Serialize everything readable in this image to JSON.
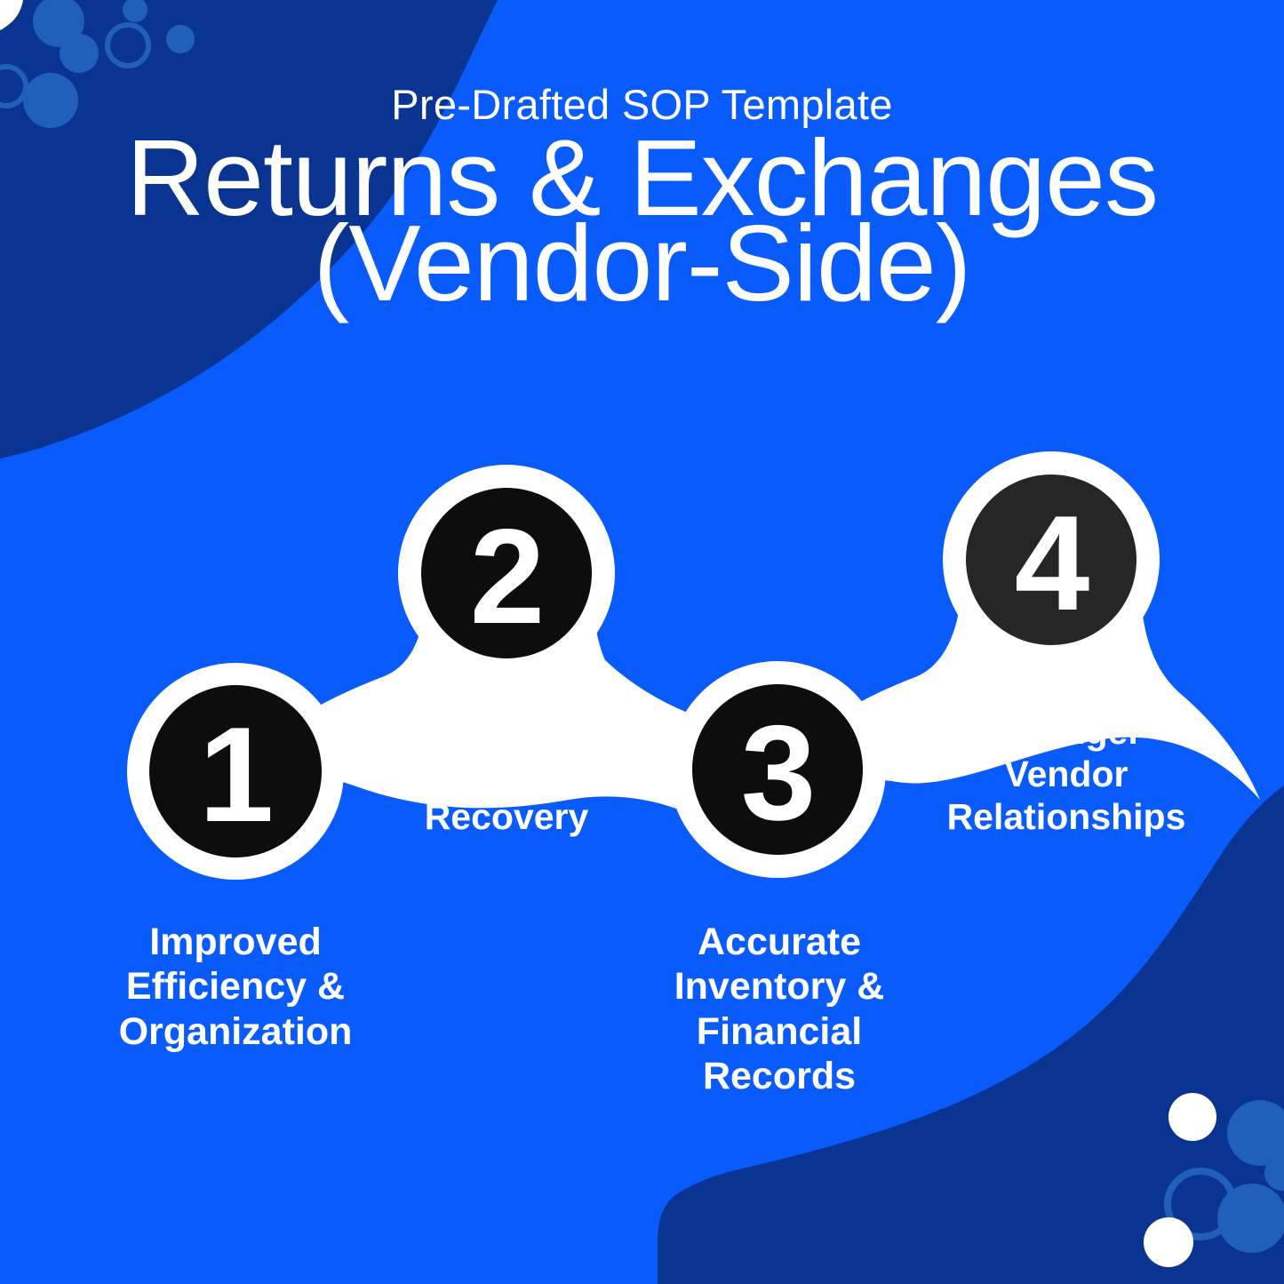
{
  "theme": {
    "background_blue": "#0a5bfc",
    "deco_navy": "#0a3491",
    "deco_accent_blue": "#2160b8",
    "ribbon_white": "#ffffff",
    "node_black": "#0d0d0d",
    "node_black_warm": "#262626",
    "text_white": "#ffffff"
  },
  "header": {
    "eyebrow": "Pre-Drafted SOP Template",
    "title_line1": "Returns & Exchanges",
    "title_line2": "(Vendor-Side)"
  },
  "diagram": {
    "type": "numbered-benefit-chain",
    "steps": [
      {
        "number": "1",
        "label": "Improved\nEfficiency &\nOrganization",
        "label_position": "below"
      },
      {
        "number": "2",
        "label": "Faster Vendor\nCredit\nRecovery",
        "label_position": "inside"
      },
      {
        "number": "3",
        "label": "Accurate\nInventory &\nFinancial\nRecords",
        "label_position": "below"
      },
      {
        "number": "4",
        "label": "Stronger\nVendor\nRelationships",
        "label_position": "inside"
      }
    ]
  },
  "decorations": {
    "top_left": "navy-blob-with-circles",
    "bottom_right": "navy-blob-with-circles-and-dots"
  }
}
